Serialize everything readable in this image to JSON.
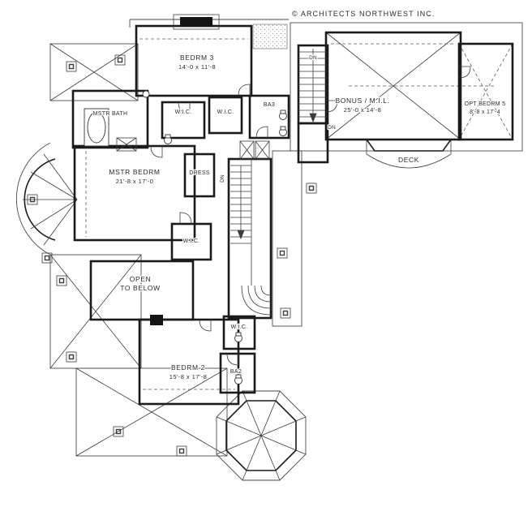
{
  "header": {
    "copyright": "© ARCHITECTS NORTHWEST INC."
  },
  "labels": {
    "bedrm3": {
      "name": "BEDRM 3",
      "dims": "14'-0 x 11'-8"
    },
    "mstr_bath": {
      "name": "MSTR BATH"
    },
    "wic": {
      "name": "W.I.C."
    },
    "ba3": {
      "name": "BA3"
    },
    "ba2": {
      "name": "BA2"
    },
    "mstr_bedrm": {
      "name": "MSTR BEDRM",
      "dims": "21'-8 x 17'-0"
    },
    "dress": {
      "name": "DRESS"
    },
    "bonus": {
      "name": "BONUS / M.I.L.",
      "dims": "25'-0 x 14'-8"
    },
    "opt_bedrm5": {
      "name": "OPT BEDRM 5",
      "dims": "8'-8 x 17'-4"
    },
    "deck": {
      "name": "DECK"
    },
    "open_to_below": {
      "line1": "OPEN",
      "line2": "TO BELOW"
    },
    "bedrm2": {
      "name": "BEDRM 2",
      "dims": "15'-8 x 17'-8"
    },
    "dn": "DN"
  }
}
